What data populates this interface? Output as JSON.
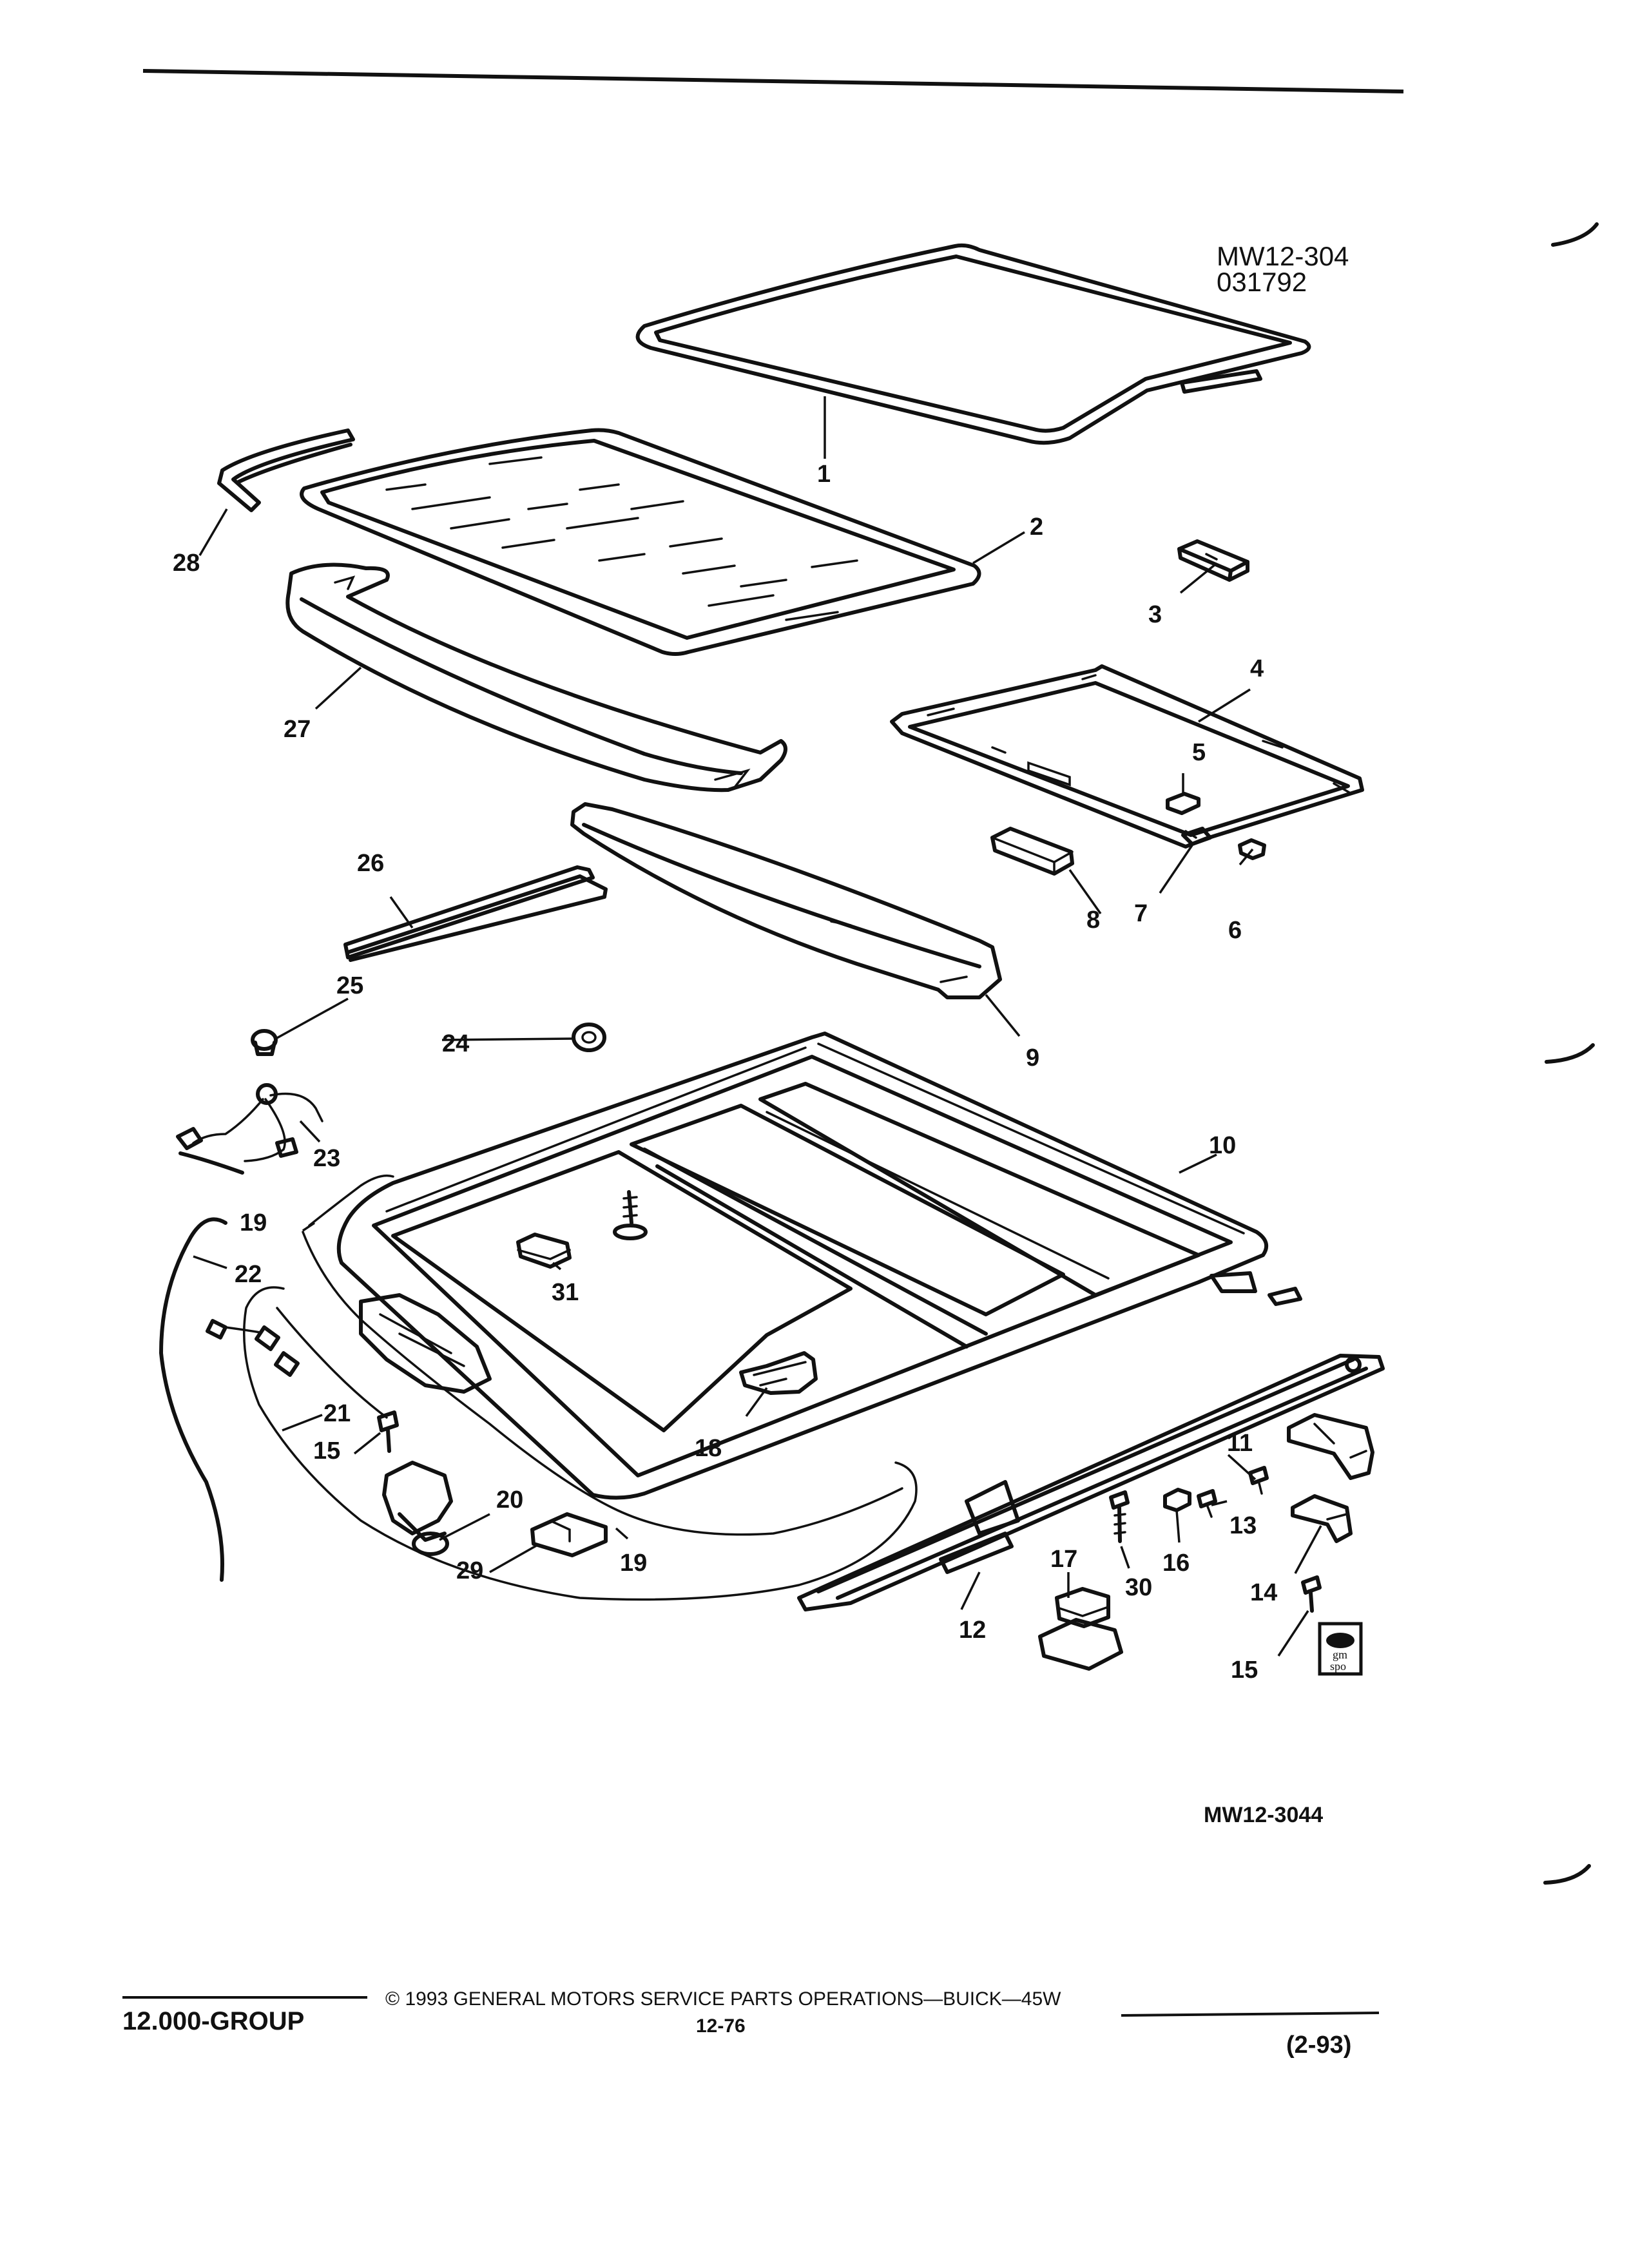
{
  "figure_codes": {
    "top_right": [
      "MW12-304",
      "031792"
    ],
    "bottom_right": "MW12-3044"
  },
  "callouts": [
    {
      "id": "c1",
      "label": "1"
    },
    {
      "id": "c2",
      "label": "2"
    },
    {
      "id": "c3",
      "label": "3"
    },
    {
      "id": "c4",
      "label": "4"
    },
    {
      "id": "c5",
      "label": "5"
    },
    {
      "id": "c6",
      "label": "6"
    },
    {
      "id": "c7",
      "label": "7"
    },
    {
      "id": "c8",
      "label": "8"
    },
    {
      "id": "c9",
      "label": "9"
    },
    {
      "id": "c10",
      "label": "10"
    },
    {
      "id": "c11",
      "label": "11"
    },
    {
      "id": "c12",
      "label": "12"
    },
    {
      "id": "c13",
      "label": "13"
    },
    {
      "id": "c14",
      "label": "14"
    },
    {
      "id": "c15a",
      "label": "15"
    },
    {
      "id": "c15b",
      "label": "15"
    },
    {
      "id": "c16",
      "label": "16"
    },
    {
      "id": "c17",
      "label": "17"
    },
    {
      "id": "c18",
      "label": "18"
    },
    {
      "id": "c19a",
      "label": "19"
    },
    {
      "id": "c19b",
      "label": "19"
    },
    {
      "id": "c20",
      "label": "20"
    },
    {
      "id": "c21",
      "label": "21"
    },
    {
      "id": "c22",
      "label": "22"
    },
    {
      "id": "c23",
      "label": "23"
    },
    {
      "id": "c24",
      "label": "24"
    },
    {
      "id": "c25",
      "label": "25"
    },
    {
      "id": "c26",
      "label": "26"
    },
    {
      "id": "c27",
      "label": "27"
    },
    {
      "id": "c28",
      "label": "28"
    },
    {
      "id": "c29",
      "label": "29"
    },
    {
      "id": "c30",
      "label": "30"
    },
    {
      "id": "c31",
      "label": "31"
    }
  ],
  "logo": {
    "text": [
      "gm",
      "spo"
    ]
  },
  "footer": {
    "group": "12.000-GROUP",
    "copyright": "© 1993 GENERAL MOTORS SERVICE PARTS OPERATIONS—BUICK—45W",
    "page": "12-76",
    "date": "(2-93)"
  }
}
